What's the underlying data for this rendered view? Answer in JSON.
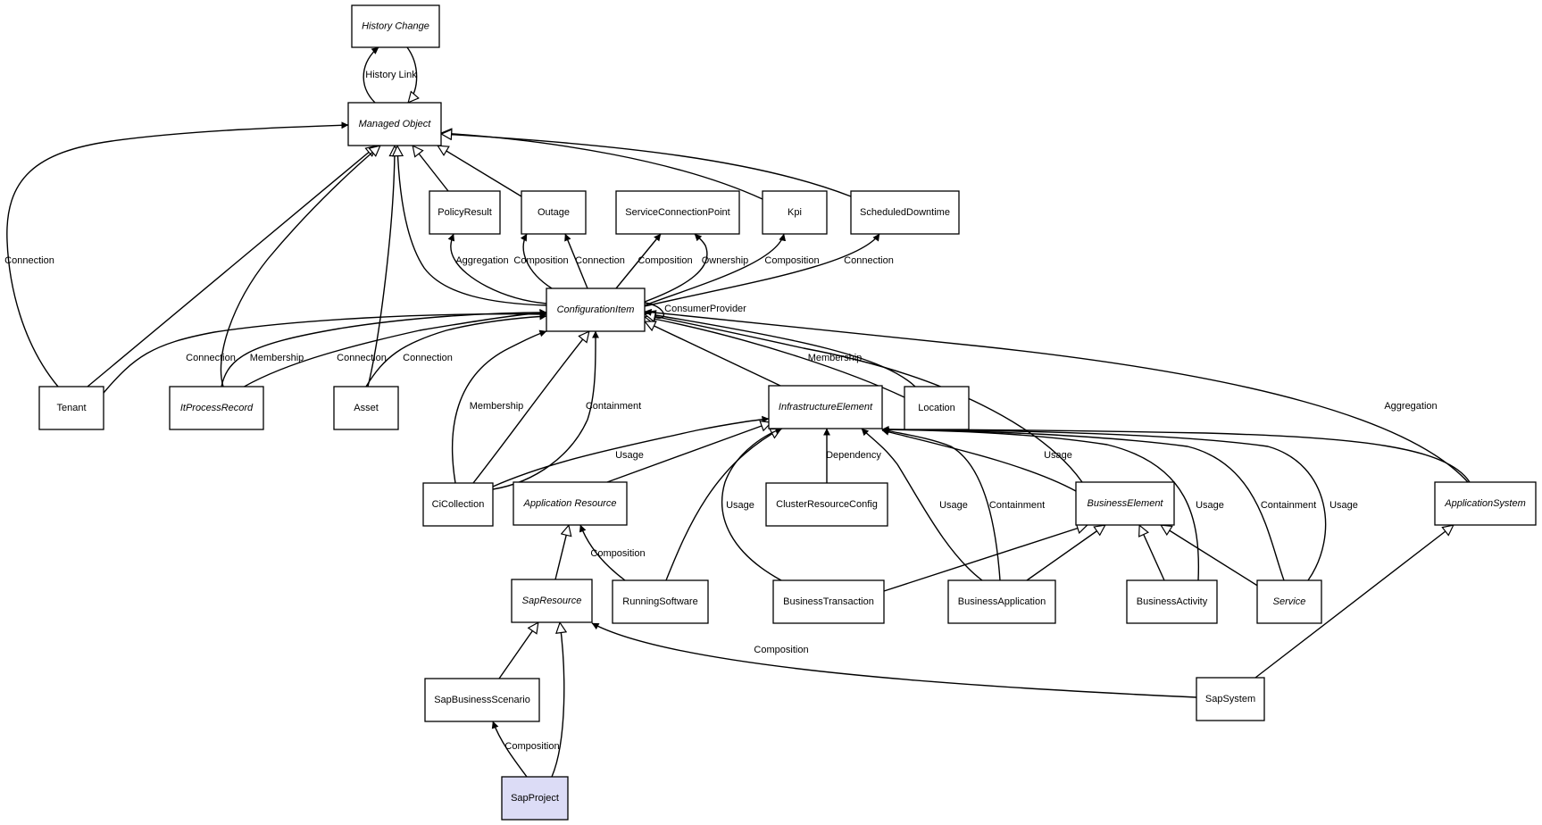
{
  "colors": {
    "background": "#ffffff",
    "node_fill": "#ffffff",
    "node_highlight_fill": "#dcdcf6",
    "line": "#000000"
  },
  "nodes": [
    {
      "id": "history_change",
      "label": "History Change",
      "abstract": true
    },
    {
      "id": "managed_object",
      "label": "Managed Object",
      "abstract": true
    },
    {
      "id": "policy_result",
      "label": "PolicyResult",
      "abstract": false
    },
    {
      "id": "outage",
      "label": "Outage",
      "abstract": false
    },
    {
      "id": "service_connection_point",
      "label": "ServiceConnectionPoint",
      "abstract": false
    },
    {
      "id": "kpi",
      "label": "Kpi",
      "abstract": false
    },
    {
      "id": "scheduled_downtime",
      "label": "ScheduledDowntime",
      "abstract": false
    },
    {
      "id": "configuration_item",
      "label": "ConfigurationItem",
      "abstract": true
    },
    {
      "id": "tenant",
      "label": "Tenant",
      "abstract": false
    },
    {
      "id": "it_process_record",
      "label": "ItProcessRecord",
      "abstract": true
    },
    {
      "id": "asset",
      "label": "Asset",
      "abstract": false
    },
    {
      "id": "infrastructure_element",
      "label": "InfrastructureElement",
      "abstract": true
    },
    {
      "id": "location",
      "label": "Location",
      "abstract": false
    },
    {
      "id": "ci_collection",
      "label": "CiCollection",
      "abstract": false
    },
    {
      "id": "application_resource",
      "label": "Application Resource",
      "abstract": true
    },
    {
      "id": "cluster_resource_config",
      "label": "ClusterResourceConfig",
      "abstract": false
    },
    {
      "id": "business_element",
      "label": "BusinessElement",
      "abstract": true
    },
    {
      "id": "application_system",
      "label": "ApplicationSystem",
      "abstract": true
    },
    {
      "id": "sap_resource",
      "label": "SapResource",
      "abstract": true
    },
    {
      "id": "running_software",
      "label": "RunningSoftware",
      "abstract": false
    },
    {
      "id": "business_transaction",
      "label": "BusinessTransaction",
      "abstract": false
    },
    {
      "id": "business_application",
      "label": "BusinessApplication",
      "abstract": false
    },
    {
      "id": "business_activity",
      "label": "BusinessActivity",
      "abstract": false
    },
    {
      "id": "service",
      "label": "Service",
      "abstract": true
    },
    {
      "id": "sap_business_scenario",
      "label": "SapBusinessScenario",
      "abstract": false
    },
    {
      "id": "sap_system",
      "label": "SapSystem",
      "abstract": false
    },
    {
      "id": "sap_project",
      "label": "SapProject",
      "abstract": false,
      "highlight": true
    }
  ],
  "edges": [
    {
      "id": "history-link",
      "from": "managed_object",
      "to": "history_change",
      "label": "History Link",
      "arrow": "filled"
    },
    {
      "id": "history-change-inherits",
      "from": "history_change",
      "to": "managed_object",
      "label": "",
      "arrow": "hollow"
    },
    {
      "id": "tenant-connection-managed",
      "from": "tenant",
      "to": "managed_object",
      "label": "Connection",
      "arrow": "filled"
    },
    {
      "id": "tenant-inherits",
      "from": "tenant",
      "to": "managed_object",
      "label": "",
      "arrow": "hollow"
    },
    {
      "id": "itprocess-inherits",
      "from": "it_process_record",
      "to": "managed_object",
      "label": "",
      "arrow": "hollow"
    },
    {
      "id": "asset-inherits",
      "from": "asset",
      "to": "managed_object",
      "label": "",
      "arrow": "hollow"
    },
    {
      "id": "ci-inherits-managed",
      "from": "configuration_item",
      "to": "managed_object",
      "label": "",
      "arrow": "hollow"
    },
    {
      "id": "policy-inherits",
      "from": "policy_result",
      "to": "managed_object",
      "label": "",
      "arrow": "hollow"
    },
    {
      "id": "outage-inherits",
      "from": "outage",
      "to": "managed_object",
      "label": "",
      "arrow": "hollow"
    },
    {
      "id": "kpi-inherits",
      "from": "kpi",
      "to": "managed_object",
      "label": "",
      "arrow": "hollow"
    },
    {
      "id": "downtime-inherits",
      "from": "scheduled_downtime",
      "to": "managed_object",
      "label": "",
      "arrow": "hollow"
    },
    {
      "id": "ci-aggregation-policy",
      "from": "configuration_item",
      "to": "policy_result",
      "label": "Aggregation",
      "arrow": "filled"
    },
    {
      "id": "ci-composition-outage",
      "from": "configuration_item",
      "to": "outage",
      "label": "Composition",
      "arrow": "filled"
    },
    {
      "id": "ci-connection-outage",
      "from": "configuration_item",
      "to": "outage",
      "label": "Connection",
      "arrow": "filled"
    },
    {
      "id": "ci-composition-scp",
      "from": "configuration_item",
      "to": "service_connection_point",
      "label": "Composition",
      "arrow": "filled"
    },
    {
      "id": "ci-ownership-scp",
      "from": "configuration_item",
      "to": "service_connection_point",
      "label": "Ownership",
      "arrow": "filled"
    },
    {
      "id": "ci-composition-kpi",
      "from": "configuration_item",
      "to": "kpi",
      "label": "Composition",
      "arrow": "filled"
    },
    {
      "id": "ci-connection-downtime",
      "from": "configuration_item",
      "to": "scheduled_downtime",
      "label": "Connection",
      "arrow": "filled"
    },
    {
      "id": "ci-consumer-provider",
      "from": "configuration_item",
      "to": "configuration_item",
      "label": "ConsumerProvider",
      "arrow": "hollow"
    },
    {
      "id": "tenant-connection-ci",
      "from": "tenant",
      "to": "configuration_item",
      "label": "Connection",
      "arrow": "filled"
    },
    {
      "id": "itprocess-membership-ci",
      "from": "it_process_record",
      "to": "configuration_item",
      "label": "Membership",
      "arrow": "filled"
    },
    {
      "id": "itprocess-connection-ci",
      "from": "it_process_record",
      "to": "configuration_item",
      "label": "Connection",
      "arrow": "filled"
    },
    {
      "id": "asset-connection-ci",
      "from": "asset",
      "to": "configuration_item",
      "label": "Connection",
      "arrow": "filled"
    },
    {
      "id": "location-membership-ci",
      "from": "location",
      "to": "configuration_item",
      "label": "Membership",
      "arrow": "filled"
    },
    {
      "id": "location-inherits-ci",
      "from": "location",
      "to": "configuration_item",
      "label": "",
      "arrow": "hollow"
    },
    {
      "id": "infra-inherits-ci",
      "from": "infrastructure_element",
      "to": "configuration_item",
      "label": "",
      "arrow": "hollow"
    },
    {
      "id": "business-element-inherits-ci",
      "from": "business_element",
      "to": "configuration_item",
      "label": "",
      "arrow": "hollow"
    },
    {
      "id": "appsystem-aggregation-ci",
      "from": "application_system",
      "to": "configuration_item",
      "label": "Aggregation",
      "arrow": "filled"
    },
    {
      "id": "cicollection-membership-ci",
      "from": "ci_collection",
      "to": "configuration_item",
      "label": "Membership",
      "arrow": "filled"
    },
    {
      "id": "cicollection-inherits-ci",
      "from": "ci_collection",
      "to": "configuration_item",
      "label": "",
      "arrow": "hollow"
    },
    {
      "id": "cicollection-containment-ci",
      "from": "ci_collection",
      "to": "configuration_item",
      "label": "Containment",
      "arrow": "filled"
    },
    {
      "id": "cicollection-usage-infra",
      "from": "ci_collection",
      "to": "infrastructure_element",
      "label": "Usage",
      "arrow": "filled"
    },
    {
      "id": "appres-inherits-infra",
      "from": "application_resource",
      "to": "infrastructure_element",
      "label": "",
      "arrow": "hollow"
    },
    {
      "id": "runsw-inherits-infra",
      "from": "running_software",
      "to": "infrastructure_element",
      "label": "",
      "arrow": "hollow"
    },
    {
      "id": "bustrans-usage-infra",
      "from": "business_transaction",
      "to": "infrastructure_element",
      "label": "Usage",
      "arrow": "filled"
    },
    {
      "id": "cluster-dependency-infra",
      "from": "cluster_resource_config",
      "to": "infrastructure_element",
      "label": "Dependency",
      "arrow": "filled"
    },
    {
      "id": "busapp-usage-infra",
      "from": "business_application",
      "to": "infrastructure_element",
      "label": "Usage",
      "arrow": "filled"
    },
    {
      "id": "busapp-containment-infra",
      "from": "business_application",
      "to": "infrastructure_element",
      "label": "Containment",
      "arrow": "filled"
    },
    {
      "id": "business-element-usage-infra",
      "from": "business_element",
      "to": "infrastructure_element",
      "label": "Usage",
      "arrow": "filled"
    },
    {
      "id": "busactivity-usage-infra",
      "from": "business_activity",
      "to": "infrastructure_element",
      "label": "Usage",
      "arrow": "filled"
    },
    {
      "id": "service-containment-infra",
      "from": "service",
      "to": "infrastructure_element",
      "label": "Containment",
      "arrow": "filled"
    },
    {
      "id": "service-usage-infra",
      "from": "service",
      "to": "infrastructure_element",
      "label": "Usage",
      "arrow": "filled"
    },
    {
      "id": "appsystem-usage-infra",
      "from": "application_system",
      "to": "infrastructure_element",
      "label": "",
      "arrow": "filled"
    },
    {
      "id": "bustrans-inherits-busel",
      "from": "business_transaction",
      "to": "business_element",
      "label": "",
      "arrow": "hollow"
    },
    {
      "id": "busapp-inherits-busel",
      "from": "business_application",
      "to": "business_element",
      "label": "",
      "arrow": "hollow"
    },
    {
      "id": "busactivity-inherits-busel",
      "from": "business_activity",
      "to": "business_element",
      "label": "",
      "arrow": "hollow"
    },
    {
      "id": "service-inherits-busel",
      "from": "service",
      "to": "business_element",
      "label": "",
      "arrow": "hollow"
    },
    {
      "id": "runsw-composition-appres",
      "from": "running_software",
      "to": "application_resource",
      "label": "Composition",
      "arrow": "filled"
    },
    {
      "id": "sapres-inherits-appres",
      "from": "sap_resource",
      "to": "application_resource",
      "label": "",
      "arrow": "hollow"
    },
    {
      "id": "sapsystem-inherits-appsystem",
      "from": "sap_system",
      "to": "application_system",
      "label": "",
      "arrow": "hollow"
    },
    {
      "id": "sapsystem-composition-sapres",
      "from": "sap_system",
      "to": "sap_resource",
      "label": "Composition",
      "arrow": "filled"
    },
    {
      "id": "sapscenario-inherits-sapres",
      "from": "sap_business_scenario",
      "to": "sap_resource",
      "label": "",
      "arrow": "hollow"
    },
    {
      "id": "sapproject-inherits-sapres",
      "from": "sap_project",
      "to": "sap_resource",
      "label": "",
      "arrow": "hollow"
    },
    {
      "id": "sapproject-composition-scenario",
      "from": "sap_project",
      "to": "sap_business_scenario",
      "label": "Composition",
      "arrow": "filled"
    }
  ]
}
